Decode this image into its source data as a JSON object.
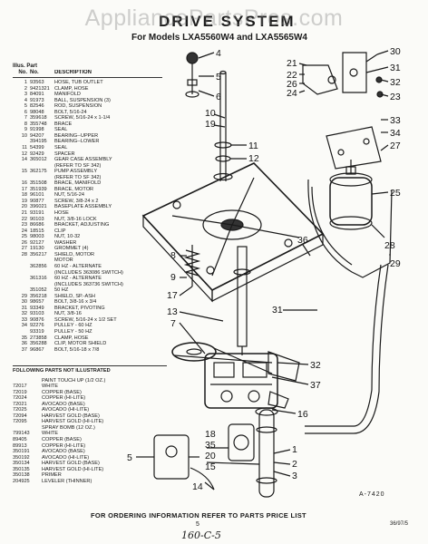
{
  "watermark": "AppliancePartsPros.com",
  "title": "DRIVE SYSTEM",
  "subtitle": "For Models LXA5560W4 and LXA5565W4",
  "table": {
    "header_illus": "Illus. Part",
    "header_no": "No.",
    "header_no2": "No.",
    "header_desc": "DESCRIPTION",
    "rows": [
      [
        "1",
        "93563",
        "HOSE, TUB OUTLET"
      ],
      [
        "2",
        "9421321",
        "CLAMP, HOSE"
      ],
      [
        "3",
        "84091",
        "MANIFOLD"
      ],
      [
        "4",
        "91973",
        "BALL, SUSPENSION (3)"
      ],
      [
        "5",
        "82546",
        "ROD, SUSPENSION"
      ],
      [
        "6",
        "98048",
        "BOLT, 5/16-24"
      ],
      [
        "7",
        "359618",
        "SCREW, 5/16-24 x 1-1/4"
      ],
      [
        "8",
        "355748",
        "BRACE"
      ],
      [
        "9",
        "91998",
        "SEAL"
      ],
      [
        "10",
        "94207",
        "BEARING--UPPER"
      ],
      [
        "",
        "394195",
        "BEARING--LOWER"
      ],
      [
        "11",
        "54399",
        "SEAL"
      ],
      [
        "12",
        "92429",
        "SPACER"
      ],
      [
        "14",
        "365012",
        "GEAR CASE ASSEMBLY"
      ],
      [
        "",
        "",
        "(REFER TO SF 342)"
      ],
      [
        "15",
        "362175",
        "PUMP ASSEMBLY"
      ],
      [
        "",
        "",
        "(REFER TO SF 342)"
      ],
      [
        "16",
        "351508",
        "BRACE, MANIFOLD"
      ],
      [
        "17",
        "351939",
        "BRACE, MOTOR"
      ],
      [
        "18",
        "96101",
        "NUT, 5/16-24"
      ],
      [
        "19",
        "90877",
        "SCREW, 3/8-24 x 2"
      ],
      [
        "20",
        "396021",
        "BASEPLATE ASSEMBLY"
      ],
      [
        "21",
        "93191",
        "HOSE"
      ],
      [
        "22",
        "90103",
        "NUT, 3/8-16 LOCK"
      ],
      [
        "23",
        "86686",
        "BRACKET, ADJUSTING"
      ],
      [
        "24",
        "18515",
        "CLIP"
      ],
      [
        "25",
        "98003",
        "NUT, 10-32"
      ],
      [
        "26",
        "92127",
        "WASHER"
      ],
      [
        "27",
        "19130",
        "GROMMET (4)"
      ],
      [
        "28",
        "356217",
        "SHIELD, MOTOR"
      ],
      [
        "",
        "",
        "MOTOR"
      ],
      [
        "",
        "362856",
        "60 HZ - ALTERNATE"
      ],
      [
        "",
        "",
        "(INCLUDES 363086 SWITCH)"
      ],
      [
        "",
        "361316",
        "60 HZ - ALTERNATE"
      ],
      [
        "",
        "",
        "(INCLUDES 363736 SWITCH)"
      ],
      [
        "",
        "351052",
        "50 HZ"
      ],
      [
        "29",
        "356218",
        "SHIELD, SP.-ASH"
      ],
      [
        "30",
        "98657",
        "BOLT, 3/8-16 x 3/4"
      ],
      [
        "31",
        "93349",
        "BRACKET, PIVOTING"
      ],
      [
        "32",
        "93103",
        "NUT, 3/8-16"
      ],
      [
        "33",
        "90876",
        "SCREW, 5/16-24 x 1/2 SET"
      ],
      [
        "34",
        "92276",
        "PULLEY - 60 HZ"
      ],
      [
        "",
        "93319",
        "PULLEY - 50 HZ"
      ],
      [
        "35",
        "273858",
        "CLAMP, HOSE"
      ],
      [
        "36",
        "356288",
        "CLIP, MOTOR SHIELD"
      ],
      [
        "37",
        "96867",
        "BOLT, 5/16-18 x 7/8"
      ]
    ]
  },
  "following": {
    "header": "FOLLOWING PARTS NOT ILLUSTRATED",
    "rows": [
      [
        "",
        "PAINT TOUCH UP (1/2 OZ.)"
      ],
      [
        "72017",
        "WHITE"
      ],
      [
        "72019",
        "COPPER (BASE)"
      ],
      [
        "72024",
        "COPPER (HI-LITE)"
      ],
      [
        "72021",
        "AVOCADO (BASE)"
      ],
      [
        "72025",
        "AVOCADO (HI-LITE)"
      ],
      [
        "72094",
        "HARVEST GOLD (BASE)"
      ],
      [
        "72095",
        "HARVEST GOLD (HI-LITE)"
      ],
      [
        "",
        "SPRAY BOMB (12 OZ.)"
      ],
      [
        "799143",
        "WHITE"
      ],
      [
        "89405",
        "COPPER (BASE)"
      ],
      [
        "89913",
        "COPPER (HI-LITE)"
      ],
      [
        "350191",
        "AVOCADO (BASE)"
      ],
      [
        "350192",
        "AVOCADO (HI-LITE)"
      ],
      [
        "350134",
        "HARVEST GOLD (BASE)"
      ],
      [
        "350135",
        "HARVEST GOLD (HI-LITE)"
      ],
      [
        "350138",
        "PRIMER"
      ],
      [
        "204925",
        "LEVELER (THINNER)"
      ]
    ]
  },
  "callouts": {
    "c1": "1",
    "c2": "2",
    "c3": "3",
    "c4": "4",
    "c5a": "5",
    "c5b": "5",
    "c6": "6",
    "c7": "7",
    "c8": "8",
    "c9": "9",
    "c10": "10",
    "c11": "11",
    "c12": "12",
    "c13": "13",
    "c14": "14",
    "c15": "15",
    "c16": "16",
    "c17": "17",
    "c18": "18",
    "c19": "19",
    "c20": "20",
    "c21": "21",
    "c22": "22",
    "c23": "23",
    "c24": "24",
    "c25": "25",
    "c26": "26",
    "c27": "27",
    "c28": "28",
    "c29": "29",
    "c30": "30",
    "c31": "31",
    "c32": "32",
    "c33": "33",
    "c34": "34",
    "c35": "35",
    "c36": "36",
    "c37": "37"
  },
  "art_code": "A-7420",
  "footer": "FOR ORDERING INFORMATION REFER TO PARTS PRICE LIST",
  "page_number": "5",
  "ref_number": "36/97/5",
  "handwriting": "160-C-5"
}
